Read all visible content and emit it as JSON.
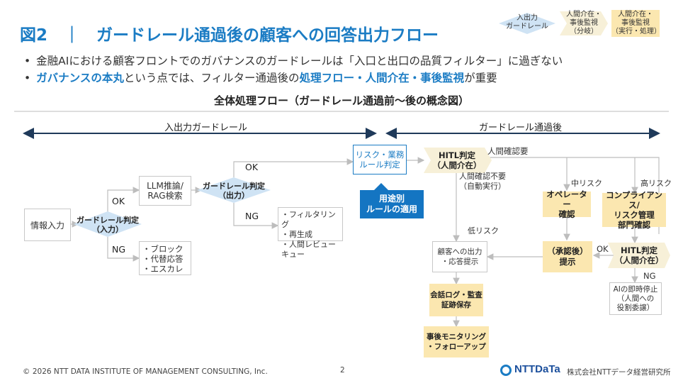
{
  "title": "図2　｜　ガードレール通過後の顧客への回答出力フロー",
  "bullets": [
    {
      "pre": "金融AIにおける顧客フロントでのガバナンスのガードレールは「入口と出口の品質フィルター」に過ぎない"
    },
    {
      "b1": "ガバナンスの本丸",
      "mid": "という点では、フィルター通過後の",
      "b2": "処理フロー・人間介在・事後監視",
      "post": "が重要"
    }
  ],
  "section_title": "全体処理フロー（ガードレール通過前～後の概念図）",
  "legend": {
    "item1": "入出力\nガードレール",
    "item2": "人間介在・\n事後監視\n（分岐）",
    "item3": "人間介在・\n事後監視\n（実行・処理）"
  },
  "span_left": "入出力ガードレール",
  "span_right": "ガードレール通過後",
  "nodes": {
    "info_input": "情報入力",
    "guard_in": "ガードレール判定\n（入力）",
    "ok1": "OK",
    "ng1": "NG",
    "llm": "LLM推論/\nRAG検索",
    "block_list": "・ブロック\n・代替応答\n・エスカレ",
    "guard_out": "ガードレール判定\n（出力）",
    "ok2": "OK",
    "ng2": "NG",
    "filter_list": "・フィルタリング\n・再生成\n・人間レビューキュー",
    "risk_judge": "リスク・業務\nルール判定",
    "usecase_tag": "用途別\nルールの適用",
    "hitl1": "HITL判定\n（人間介在）",
    "need_check": "人間確認要",
    "no_check": "人間確認不要\n（自動実行）",
    "mid_risk": "中リスク",
    "high_risk": "高リスク",
    "low_risk": "低リスク",
    "operator": "オペレーター\n確認",
    "compliance": "コンプライアンス/\nリスク管理\n部門確認",
    "customer_out": "顧客への出力\n・応答提示",
    "approved": "（承認後）\n提示",
    "ok3": "OK",
    "hitl2": "HITL判定\n（人間介在）",
    "ng3": "NG",
    "ai_stop": "AIの即時停止\n（人間への\n役割委譲）",
    "log": "会話ログ・監査\n証跡保存",
    "monitor": "事後モニタリング\n・フォローアップ"
  },
  "footer": {
    "copyright": "© 2026 NTT DATA INSTITUTE OF MANAGEMENT CONSULTING, Inc.",
    "page": "2",
    "logo_text": "NTTDaTa",
    "company": "株式会社NTTデータ経営研究所"
  },
  "colors": {
    "accent_blue": "#1b7cc4",
    "diamond_blue": "#cfe3f4",
    "yellow": "#fbe7b0",
    "tag_blue": "#1475c2"
  }
}
